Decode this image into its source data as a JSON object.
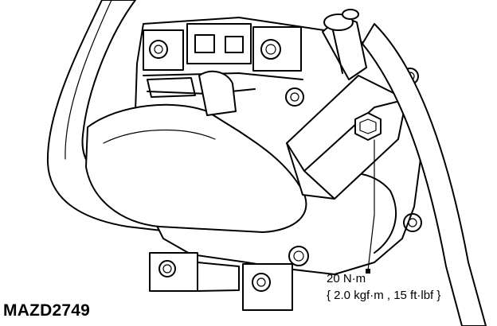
{
  "figure": {
    "id": "MAZD2749"
  },
  "torque_spec": {
    "primary": "20 N·m",
    "secondary": "{ 2.0 kgf·m , 15 ft·lbf }"
  }
}
